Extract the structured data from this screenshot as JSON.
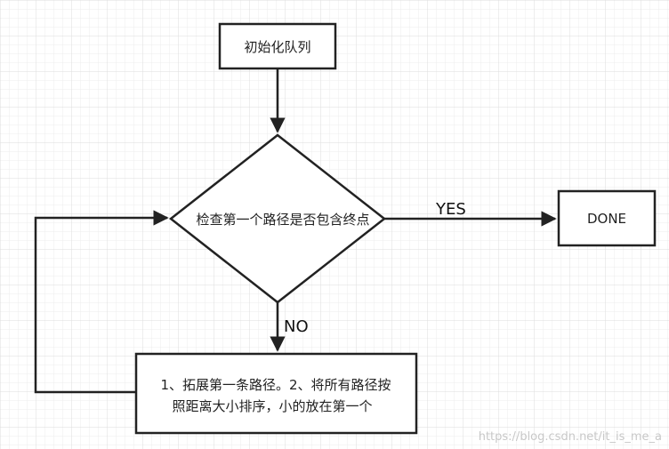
{
  "nodes": {
    "init": "初始化队列",
    "check": "检查第一个路径是否包含终点",
    "done": "DONE",
    "process_line1": "1、拓展第一条路径。2、将所有路径按",
    "process_line2": "照距离大小排序，小的放在第一个"
  },
  "labels": {
    "yes": "YES",
    "no": "NO"
  },
  "watermark": "https://blog.csdn.net/it_is_me_a",
  "colors": {
    "stroke": "#222222",
    "grid_minor": "#ececec",
    "grid_major": "#dddddd",
    "fill": "#ffffff"
  }
}
